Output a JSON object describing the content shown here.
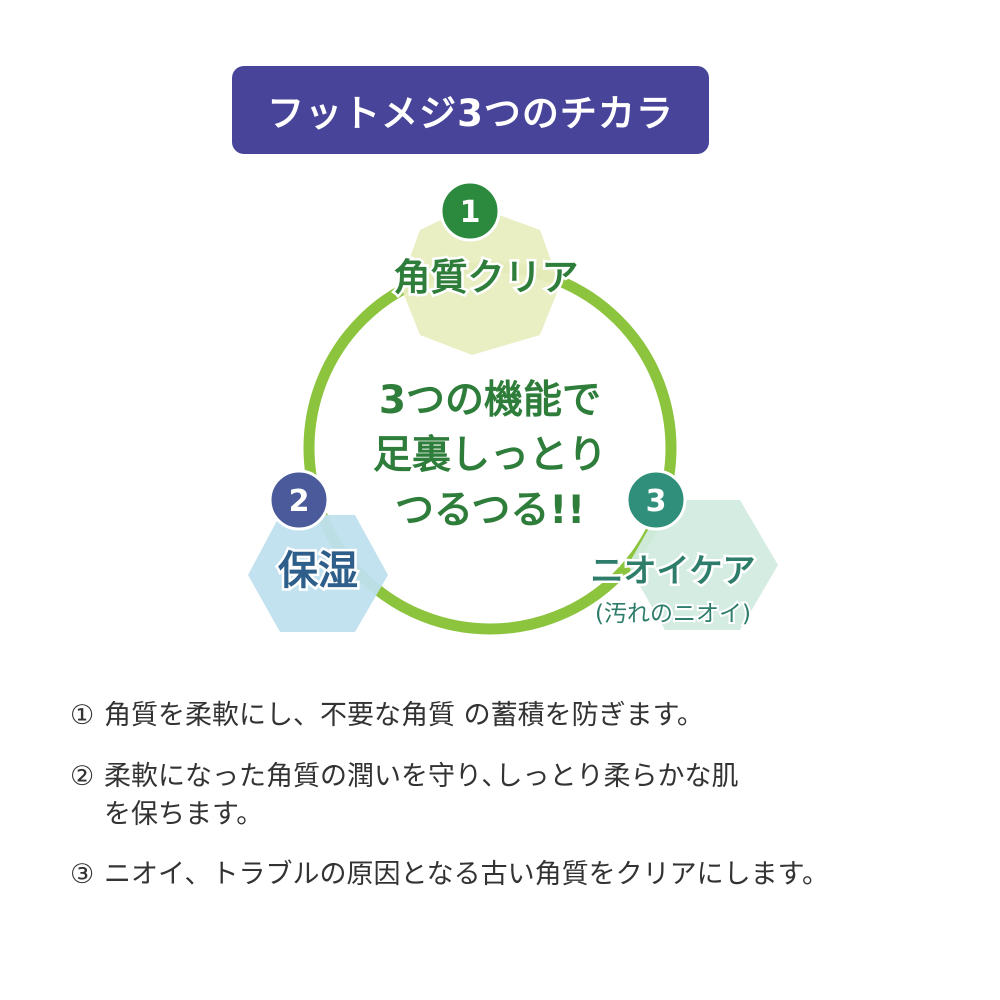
{
  "title": "フットメジ3つのチカラ",
  "colors": {
    "banner": "#47449a",
    "circle": "#8cc43e",
    "text_green": "#2e7d3a",
    "badge_green": "#2b8a3e",
    "badge_blue": "#4a5a9a",
    "badge_teal": "#2f8f7a",
    "hex_yellow": "#e9edc0",
    "hex_blue": "#bfe0ee",
    "hex_mint": "#d3ebe0"
  },
  "center": {
    "line1": "3つの機能で",
    "line2": "足裏しっとり",
    "line3": "つるつる!!"
  },
  "nodes": [
    {
      "number": "1",
      "label": "角質クリア",
      "sublabel": ""
    },
    {
      "number": "2",
      "label": "保湿",
      "sublabel": ""
    },
    {
      "number": "3",
      "label": "ニオイケア",
      "sublabel": "(汚れのニオイ)"
    }
  ],
  "descriptions": [
    {
      "marker": "①",
      "text": "角質を柔軟にし、不要な角質 の蓄積を防ぎます。",
      "cont": ""
    },
    {
      "marker": "②",
      "text": "柔軟になった角質の潤いを守り､しっとり柔らかな肌",
      "cont": "を保ちます。"
    },
    {
      "marker": "③",
      "text": "ニオイ、トラブルの原因となる古い角質をクリアにします。",
      "cont": ""
    }
  ]
}
